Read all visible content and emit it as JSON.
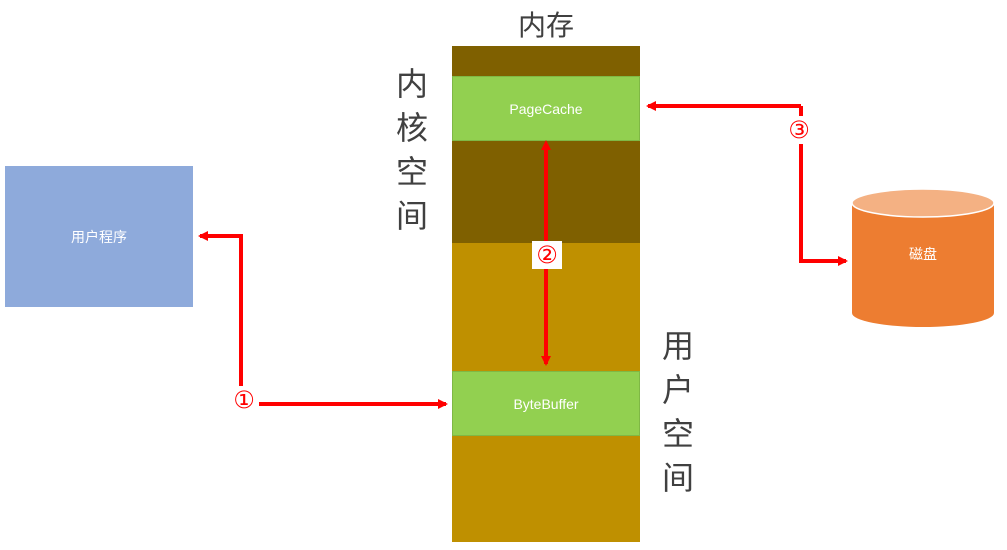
{
  "memory": {
    "title": "内存",
    "kernel_space_label": [
      "内",
      "核",
      "空",
      "间"
    ],
    "user_space_label": [
      "用",
      "户",
      "空",
      "间"
    ],
    "page_cache_label": "PageCache",
    "byte_buffer_label": "ByteBuffer"
  },
  "user_program": {
    "label": "用户程序"
  },
  "disk": {
    "label": "磁盘"
  },
  "steps": {
    "one": "①",
    "two": "②",
    "three": "③"
  },
  "colors": {
    "kernel": "#7f6000",
    "user": "#bf9000",
    "buffer": "#92d050",
    "program": "#8eaadb",
    "disk": "#ed7d31",
    "arrow": "#ff0000"
  }
}
